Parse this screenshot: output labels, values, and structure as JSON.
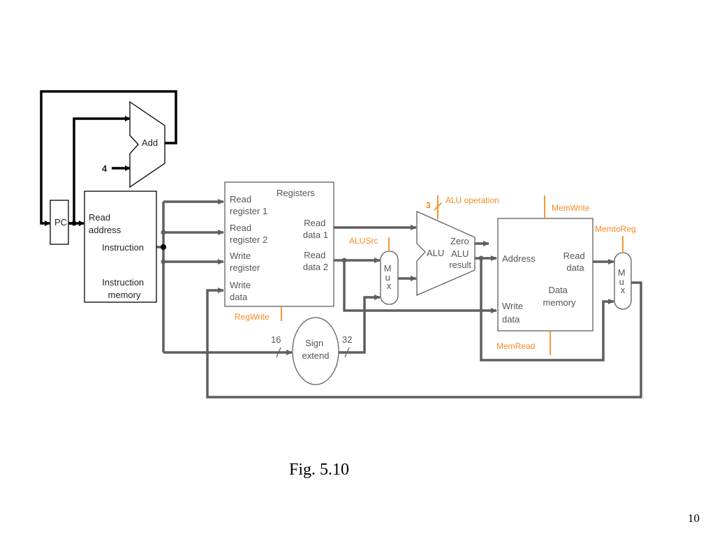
{
  "colors": {
    "black": "#000000",
    "gray": "#5f5f5f",
    "orange": "#f58a1f"
  },
  "caption": "Fig. 5.10",
  "page_number": "10",
  "pc": {
    "label": "PC"
  },
  "adder": {
    "label": "Add",
    "constant": "4"
  },
  "instruction_memory": {
    "read_address": [
      "Read",
      "address"
    ],
    "instruction": "Instruction",
    "title": [
      "Instruction",
      "memory"
    ]
  },
  "registers": {
    "title": "Registers",
    "read_register_1": [
      "Read",
      "register 1"
    ],
    "read_register_2": [
      "Read",
      "register 2"
    ],
    "write_register": [
      "Write",
      "register"
    ],
    "write_data": [
      "Write",
      "data"
    ],
    "read_data_1": [
      "Read",
      "data 1"
    ],
    "read_data_2": [
      "Read",
      "data 2"
    ]
  },
  "sign_extend": {
    "label": [
      "Sign",
      "extend"
    ],
    "in_bits": "16",
    "out_bits": "32"
  },
  "alu_mux": {
    "label": [
      "M",
      "u",
      "x"
    ]
  },
  "alu": {
    "label": "ALU",
    "zero": "Zero",
    "result": [
      "ALU",
      "result"
    ],
    "op_bits": "3"
  },
  "data_memory": {
    "address": "Address",
    "read_data": [
      "Read",
      "data"
    ],
    "write_data": [
      "Write",
      "data"
    ],
    "title": [
      "Data",
      "memory"
    ]
  },
  "wb_mux": {
    "label": [
      "M",
      "u",
      "x"
    ]
  },
  "control": {
    "reg_write": "RegWrite",
    "alu_src": "ALUSrc",
    "alu_operation": "ALU operation",
    "mem_write": "MemWrite",
    "mem_to_reg": "MemtoReg",
    "mem_read": "MemRead"
  }
}
